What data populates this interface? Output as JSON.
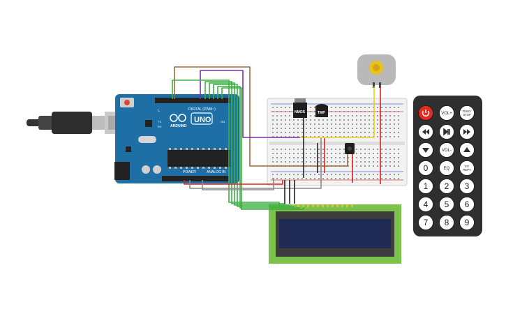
{
  "arduino": {
    "brand": "ARDUINO",
    "model": "UNO",
    "digital_label": "DIGITAL (PWM~)",
    "power_label": "POWER",
    "analog_label": "ANALOG IN",
    "tx_label": "TX",
    "rx_label": "RX",
    "l_label": "L",
    "on_label": "ON"
  },
  "breadboard": {
    "mosfet_label": "NMOS",
    "sensor_label": "TMP"
  },
  "remote": {
    "buttons": [
      {
        "label": "",
        "icon": "power-icon",
        "color": "#e8291e"
      },
      {
        "label": "VOL+",
        "icon": ""
      },
      {
        "label": "FUNC/STOP",
        "icon": ""
      },
      {
        "label": "",
        "icon": "rewind-icon"
      },
      {
        "label": "",
        "icon": "play-pause-icon"
      },
      {
        "label": "",
        "icon": "fast-forward-icon"
      },
      {
        "label": "",
        "icon": "down-arrow-icon"
      },
      {
        "label": "VOL-",
        "icon": ""
      },
      {
        "label": "",
        "icon": "up-arrow-icon"
      },
      {
        "label": "0",
        "icon": ""
      },
      {
        "label": "EQ",
        "icon": ""
      },
      {
        "label": "ST/REPT",
        "icon": ""
      },
      {
        "label": "1",
        "icon": ""
      },
      {
        "label": "2",
        "icon": ""
      },
      {
        "label": "3",
        "icon": ""
      },
      {
        "label": "4",
        "icon": ""
      },
      {
        "label": "5",
        "icon": ""
      },
      {
        "label": "6",
        "icon": ""
      },
      {
        "label": "7",
        "icon": ""
      },
      {
        "label": "8",
        "icon": ""
      },
      {
        "label": "9",
        "icon": ""
      }
    ]
  },
  "colors": {
    "arduino_board": "#1d6fa5",
    "remote_body": "#2f2f2f",
    "lcd_pcb": "#7dc24a",
    "lcd_screen": "#1f2a55",
    "wire_green": "#3cb043",
    "wire_purple": "#7b2fa6",
    "wire_brown": "#9c6b3a",
    "wire_red": "#e02020",
    "wire_black": "#222222",
    "wire_gray": "#8a8a8a",
    "wire_yellow": "#e8d21a"
  }
}
